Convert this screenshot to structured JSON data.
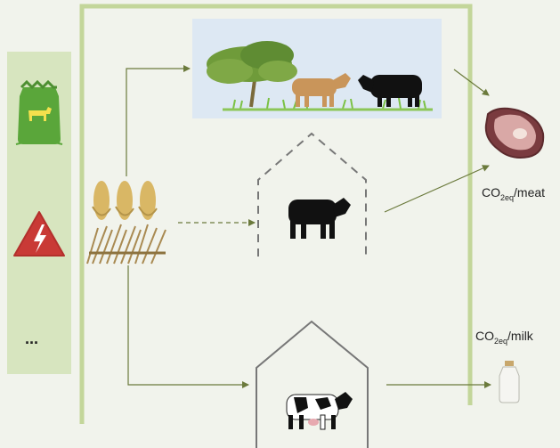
{
  "left_panel": {
    "icons": [
      "feed-bag-icon",
      "electricity-warning-icon"
    ],
    "more_text": "..."
  },
  "crops": {
    "icons": [
      "corn-cob-icon",
      "straw-bundle-icon"
    ]
  },
  "pasture": {
    "icons": [
      "tree-icon",
      "brown-cow-icon",
      "black-bull-icon",
      "grass-icon"
    ]
  },
  "feedlot": {
    "icons": [
      "black-bull-icon"
    ]
  },
  "dairy": {
    "icons": [
      "holstein-cow-icon"
    ]
  },
  "outputs": {
    "meat": {
      "icon": "meat-steak-icon",
      "prefix": "CO",
      "subscript": "2eq",
      "suffix": "/meat"
    },
    "milk": {
      "icon": "milk-bottle-icon",
      "prefix": "CO",
      "subscript": "2eq",
      "suffix": "/milk"
    }
  },
  "colors": {
    "background": "#f1f3ec",
    "panel": "#d7e5bf",
    "frame": "#c3d69a",
    "arrow": "#6b7a3c",
    "pasture_bg": "#dde8f3",
    "house": "#777777"
  }
}
